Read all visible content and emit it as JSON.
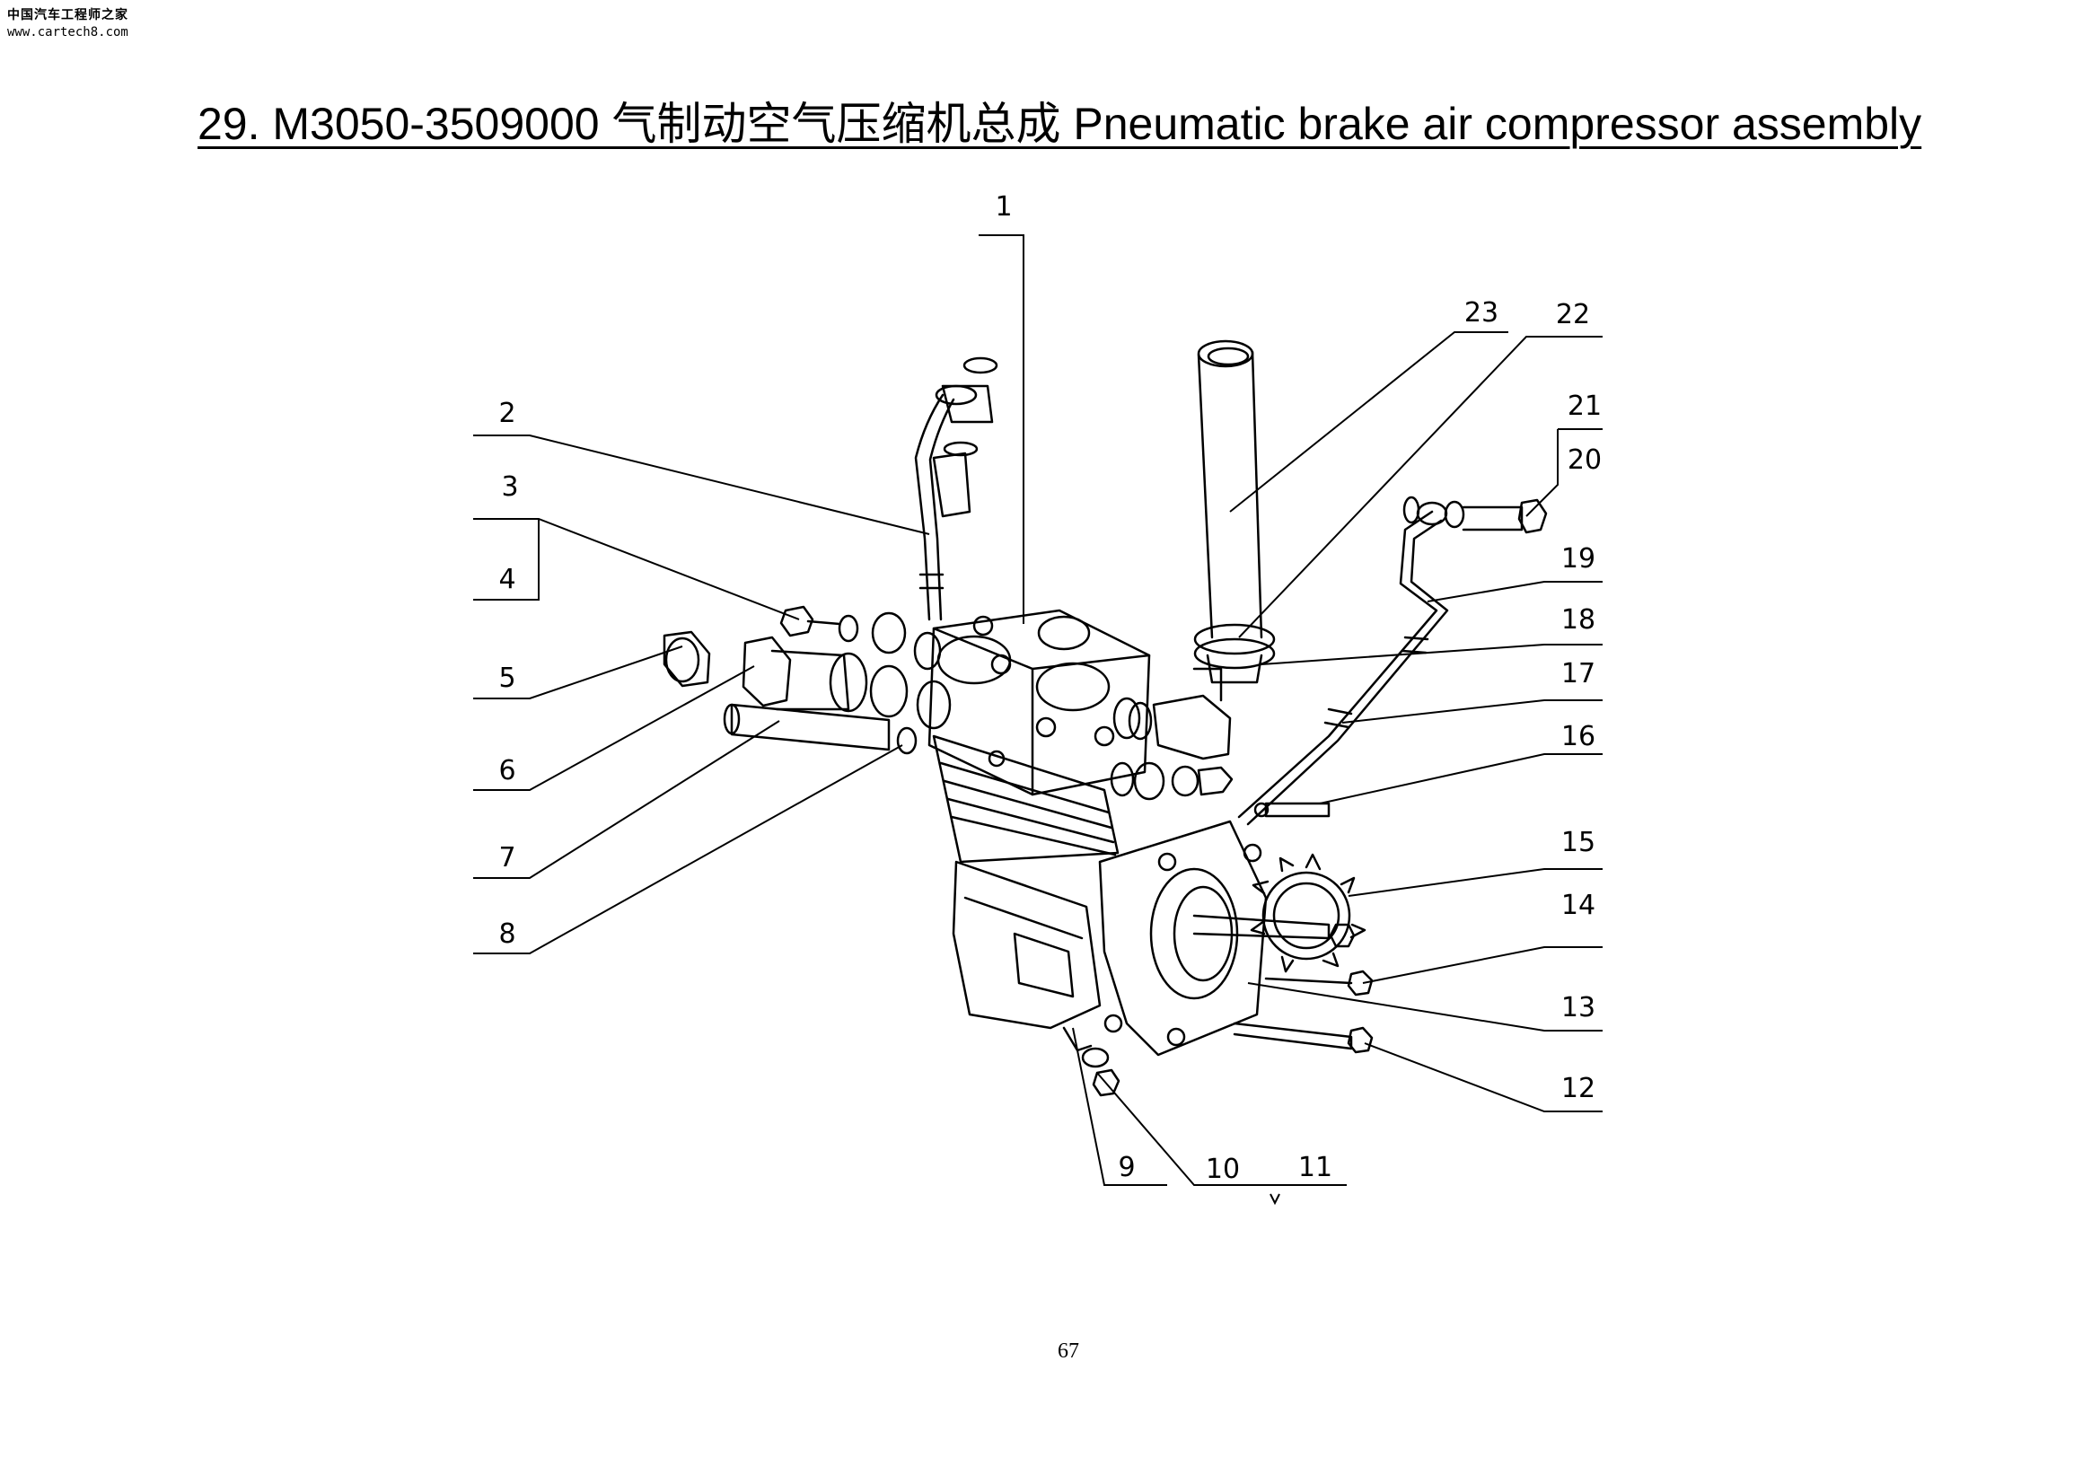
{
  "watermark": {
    "site_cn": "中国汽车工程师之家",
    "url": "www.cartech8.com"
  },
  "title": "29. M3050-3509000  气制动空气压缩机总成 Pneumatic brake air compressor assembly",
  "page_number": "67",
  "callouts": [
    "1",
    "2",
    "3",
    "4",
    "5",
    "6",
    "7",
    "8",
    "9",
    "10",
    "11",
    "12",
    "13",
    "14",
    "15",
    "16",
    "17",
    "18",
    "19",
    "20",
    "21",
    "22",
    "23"
  ]
}
